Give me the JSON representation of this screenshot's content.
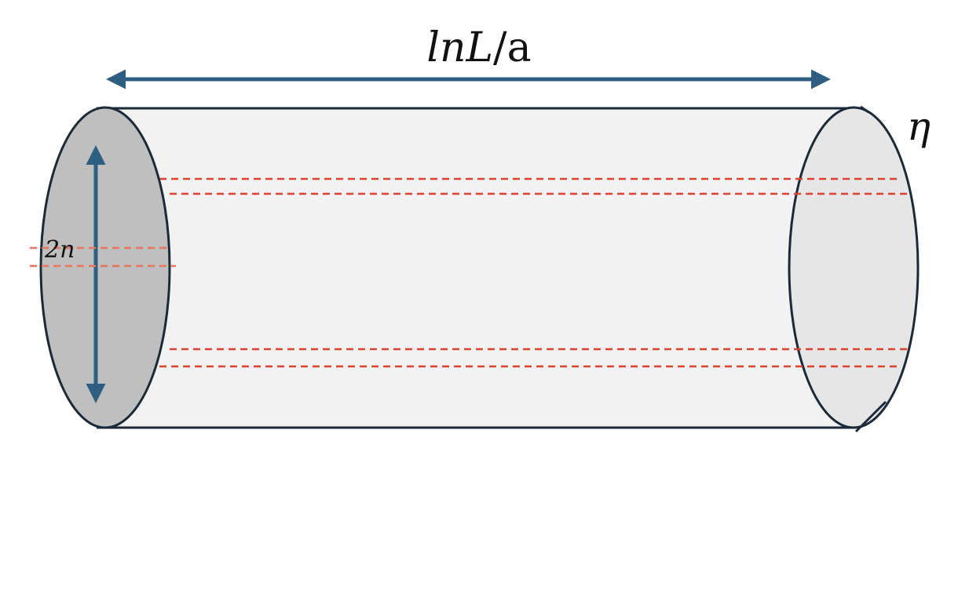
{
  "labels": {
    "length_italic": "lnL",
    "length_slash": "/",
    "length_upright": "a",
    "end_label": "η",
    "diameter_label": "2n"
  },
  "colors": {
    "outline": "#1b2a3a",
    "arrow": "#2e5f82",
    "dash": "#e0402f",
    "dash_light": "#e8765f",
    "body_fill": "#f2f2f2",
    "left_face": "#bfbfbf",
    "right_face": "#e6e6e6"
  }
}
